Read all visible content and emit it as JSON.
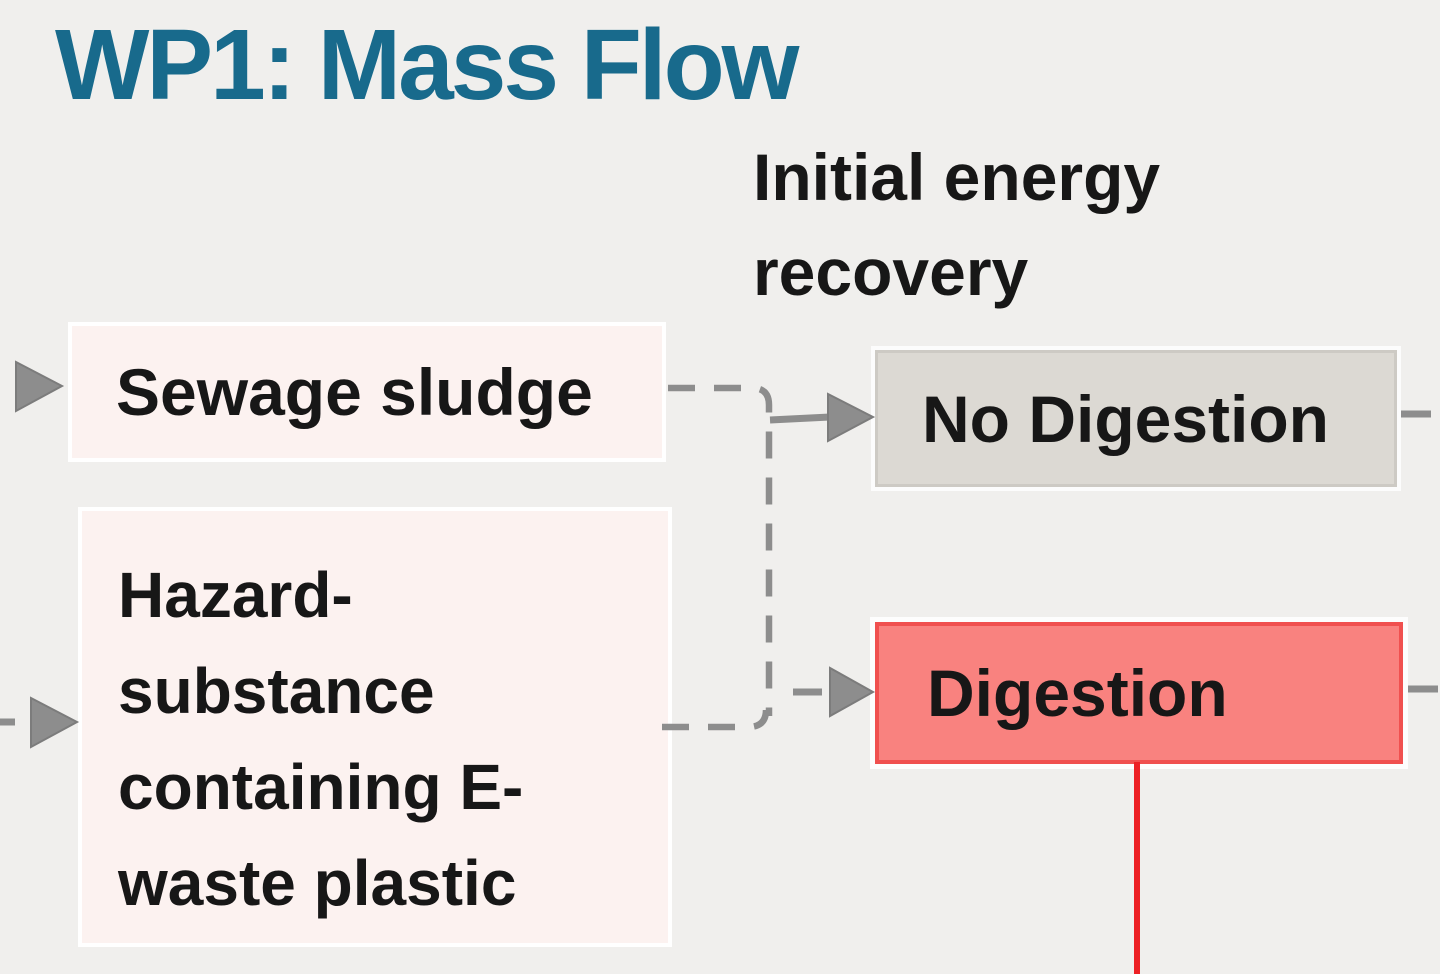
{
  "slide": {
    "title": "WP1: Mass Flow",
    "column_header": {
      "line1": "Initial energy",
      "line2": "recovery"
    },
    "nodes": {
      "sewage": {
        "label": "Sewage sludge"
      },
      "hazard": {
        "lines": [
          "Hazard-",
          "substance",
          "containing E-",
          "waste plastic"
        ]
      },
      "no_digestion": {
        "label": "No Digestion"
      },
      "digestion": {
        "label": "Digestion"
      }
    },
    "icons": {
      "left_inflow_sewage": "arrowhead-right-icon",
      "left_inflow_hazard": "arrowhead-right-icon",
      "to_no_digestion": "arrowhead-right-icon",
      "to_digestion": "arrowhead-right-icon"
    },
    "colors": {
      "background": "#f0efed",
      "title_teal": "#186a8c",
      "text_dark": "#171717",
      "input_box_fill": "#fcf2f0",
      "input_box_border": "#ffffff",
      "no_digestion_fill": "#dcd9d3",
      "no_digestion_border": "#cdcac4",
      "digestion_fill": "#f9827f",
      "digestion_border": "#f0504f",
      "connector_gray": "#8d8d8d",
      "red_line": "#ed2024"
    }
  }
}
